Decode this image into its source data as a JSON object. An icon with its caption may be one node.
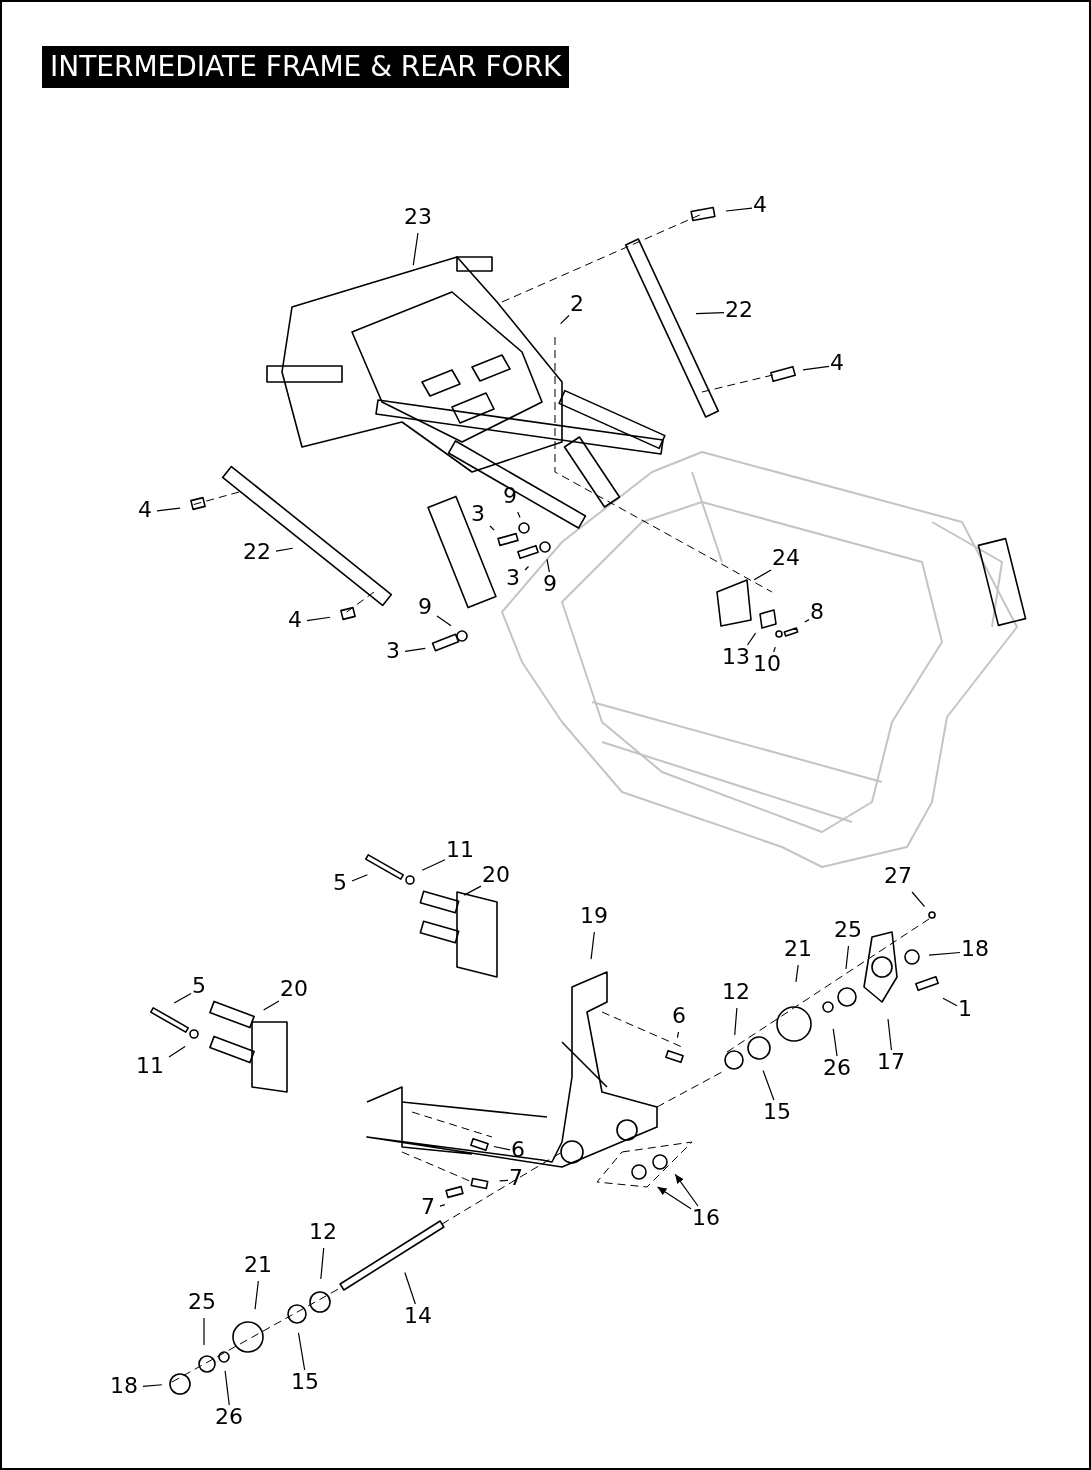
{
  "diagram": {
    "title": "INTERMEDIATE FRAME & REAR FORK",
    "nodes": [
      {
        "text": [
          "4"
        ]
      },
      {
        "text": [
          "23"
        ]
      },
      {
        "text": [
          "2"
        ]
      },
      {
        "text": [
          "22"
        ]
      },
      {
        "text": [
          "4"
        ]
      },
      {
        "text": [
          "4"
        ]
      },
      {
        "text": [
          "22"
        ]
      },
      {
        "text": [
          "3"
        ]
      },
      {
        "text": [
          "9"
        ]
      },
      {
        "text": [
          "3"
        ]
      },
      {
        "text": [
          "9"
        ]
      },
      {
        "text": [
          "24"
        ]
      },
      {
        "text": [
          "9"
        ]
      },
      {
        "text": [
          "8"
        ]
      },
      {
        "text": [
          "4"
        ]
      },
      {
        "text": [
          "13"
        ]
      },
      {
        "text": [
          "10"
        ]
      },
      {
        "text": [
          "3"
        ]
      },
      {
        "text": [
          "11"
        ]
      },
      {
        "text": [
          "5"
        ]
      },
      {
        "text": [
          "20"
        ]
      },
      {
        "text": [
          "19"
        ]
      },
      {
        "text": [
          "27"
        ]
      },
      {
        "text": [
          "25"
        ]
      },
      {
        "text": [
          "18"
        ]
      },
      {
        "text": [
          "21"
        ]
      },
      {
        "text": [
          "5"
        ]
      },
      {
        "text": [
          "20"
        ]
      },
      {
        "text": [
          "12"
        ]
      },
      {
        "text": [
          "6"
        ]
      },
      {
        "text": [
          "1"
        ]
      },
      {
        "text": [
          "26"
        ]
      },
      {
        "text": [
          "17"
        ]
      },
      {
        "text": [
          "11"
        ]
      },
      {
        "text": [
          "15"
        ]
      },
      {
        "text": [
          "6"
        ]
      },
      {
        "text": [
          "7"
        ]
      },
      {
        "text": [
          "7"
        ]
      },
      {
        "text": [
          "16"
        ]
      },
      {
        "text": [
          "12"
        ]
      },
      {
        "text": [
          "21"
        ]
      },
      {
        "text": [
          "14"
        ]
      },
      {
        "text": [
          "25"
        ]
      },
      {
        "text": [
          "15"
        ]
      },
      {
        "text": [
          "18"
        ]
      },
      {
        "text": [
          "26"
        ]
      }
    ],
    "edges": [
      {
        "from": 0,
        "to": null,
        "arrow": "none"
      },
      {
        "from": 1,
        "to": null,
        "arrow": "none"
      },
      {
        "from": 2,
        "to": null,
        "arrow": "none"
      },
      {
        "from": 3,
        "to": null,
        "arrow": "none"
      },
      {
        "from": 4,
        "to": null,
        "arrow": "none"
      },
      {
        "from": 5,
        "to": null,
        "arrow": "none"
      },
      {
        "from": 6,
        "to": null,
        "arrow": "none"
      },
      {
        "from": 7,
        "to": null,
        "arrow": "none"
      },
      {
        "from": 8,
        "to": null,
        "arrow": "none"
      },
      {
        "from": 9,
        "to": null,
        "arrow": "none"
      },
      {
        "from": 10,
        "to": null,
        "arrow": "none"
      },
      {
        "from": 11,
        "to": null,
        "arrow": "none"
      },
      {
        "from": 12,
        "to": null,
        "arrow": "none"
      },
      {
        "from": 13,
        "to": null,
        "arrow": "none"
      },
      {
        "from": 14,
        "to": null,
        "arrow": "none"
      },
      {
        "from": 15,
        "to": null,
        "arrow": "none"
      },
      {
        "from": 16,
        "to": null,
        "arrow": "none"
      },
      {
        "from": 17,
        "to": null,
        "arrow": "none"
      },
      {
        "from": 18,
        "to": null,
        "arrow": "none"
      },
      {
        "from": 19,
        "to": null,
        "arrow": "none"
      },
      {
        "from": 20,
        "to": null,
        "arrow": "none"
      },
      {
        "from": 21,
        "to": null,
        "arrow": "none"
      },
      {
        "from": 22,
        "to": null,
        "arrow": "none"
      },
      {
        "from": 23,
        "to": null,
        "arrow": "none"
      },
      {
        "from": 24,
        "to": null,
        "arrow": "none"
      },
      {
        "from": 25,
        "to": null,
        "arrow": "none"
      },
      {
        "from": 26,
        "to": null,
        "arrow": "none"
      },
      {
        "from": 27,
        "to": null,
        "arrow": "none"
      },
      {
        "from": 28,
        "to": null,
        "arrow": "none"
      },
      {
        "from": 29,
        "to": null,
        "arrow": "none"
      },
      {
        "from": 30,
        "to": null,
        "arrow": "none"
      },
      {
        "from": 31,
        "to": null,
        "arrow": "none"
      },
      {
        "from": 32,
        "to": null,
        "arrow": "none"
      },
      {
        "from": 33,
        "to": null,
        "arrow": "none"
      },
      {
        "from": 34,
        "to": null,
        "arrow": "none"
      },
      {
        "from": 35,
        "to": null,
        "arrow": "none"
      },
      {
        "from": 36,
        "to": null,
        "arrow": "none"
      },
      {
        "from": 37,
        "to": null,
        "arrow": "none"
      },
      {
        "from": 38,
        "to": null,
        "arrow": "to"
      },
      {
        "from": 38,
        "to": null,
        "arrow": "to"
      },
      {
        "from": 39,
        "to": null,
        "arrow": "none"
      },
      {
        "from": 40,
        "to": null,
        "arrow": "none"
      },
      {
        "from": 41,
        "to": null,
        "arrow": "none"
      },
      {
        "from": 42,
        "to": null,
        "arrow": "none"
      },
      {
        "from": 43,
        "to": null,
        "arrow": "none"
      },
      {
        "from": 44,
        "to": null,
        "arrow": "none"
      },
      {
        "from": 45,
        "to": null,
        "arrow": "none"
      }
    ]
  }
}
